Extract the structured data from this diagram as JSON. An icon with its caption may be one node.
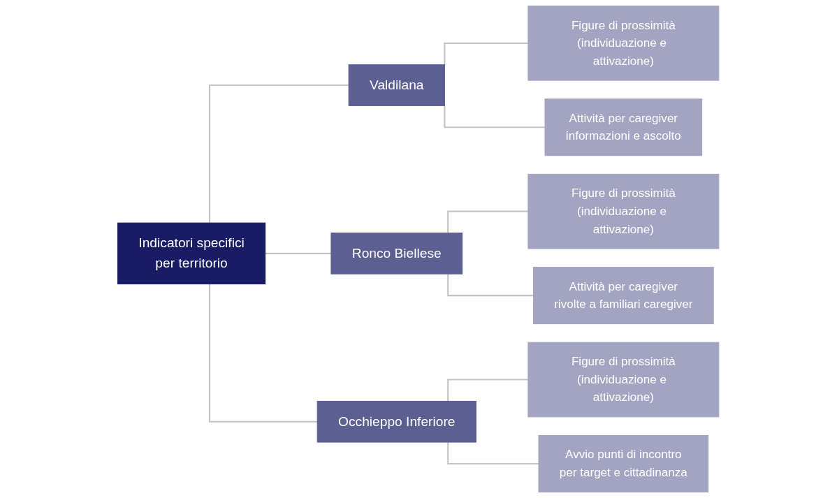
{
  "diagram": {
    "nodes": [
      {
        "text": [
          "Indicatori specifici",
          "per territorio"
        ]
      },
      {
        "text": [
          "Valdilana"
        ]
      },
      {
        "text": [
          "Figure di prossimità",
          "(individuazione e attivazione)"
        ]
      },
      {
        "text": [
          "Attività per caregiver",
          "informazioni e ascolto"
        ]
      },
      {
        "text": [
          "Ronco Biellese"
        ]
      },
      {
        "text": [
          "Figure di prossimità",
          "(individuazione e attivazione)"
        ]
      },
      {
        "text": [
          "Attività per caregiver",
          "rivolte a familiari caregiver"
        ]
      },
      {
        "text": [
          "Occhieppo Inferiore"
        ]
      },
      {
        "text": [
          "Figure di prossimità",
          "(individuazione e attivazione)"
        ]
      },
      {
        "text": [
          "Avvio punti di incontro",
          "per target e cittadinanza"
        ]
      }
    ],
    "edges": [
      {
        "from": 0,
        "to": 1,
        "arrow": "none"
      },
      {
        "from": 0,
        "to": 4,
        "arrow": "none"
      },
      {
        "from": 0,
        "to": 7,
        "arrow": "none"
      },
      {
        "from": 1,
        "to": 2,
        "arrow": "none"
      },
      {
        "from": 1,
        "to": 3,
        "arrow": "none"
      },
      {
        "from": 4,
        "to": 5,
        "arrow": "none"
      },
      {
        "from": 4,
        "to": 6,
        "arrow": "none"
      },
      {
        "from": 7,
        "to": 8,
        "arrow": "none"
      },
      {
        "from": 7,
        "to": 9,
        "arrow": "none"
      }
    ]
  }
}
